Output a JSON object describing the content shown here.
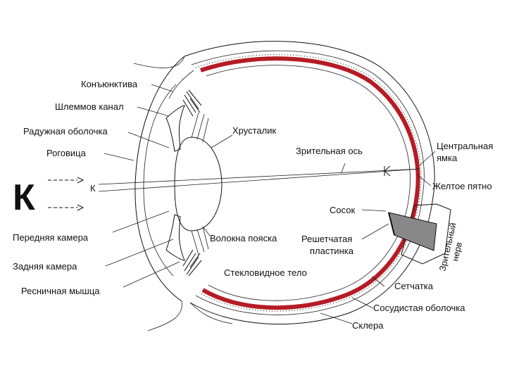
{
  "figure": {
    "letter_big": "К",
    "letter_small": "К"
  },
  "labels": {
    "conjunctiva": "Конъюнктива",
    "schlemm_canal": "Шлеммов канал",
    "iris": "Радужная   оболочка",
    "cornea": "Роговица",
    "anterior_chamber": "Передняя камера",
    "posterior_chamber": "Задняя камера",
    "ciliary_muscle": "Ресничная мышца",
    "lens": "Хрусталик",
    "visual_axis": "Зрительная ось",
    "zonule_fibers": "Волокна пояска",
    "vitreous_body": "Стекловидное тело",
    "fovea_line1": "Центральная",
    "fovea_line2": "ямка",
    "macula": "Желтое пятно",
    "optic_disc": "Сосок",
    "cribriform_line1": "Решетчатая",
    "cribriform_line2": "пластинка",
    "optic_nerve_line1": "Зрительный",
    "optic_nerve_line2": "нерв",
    "retina": "Сетчатка",
    "choroid": "Сосудистая оболочка",
    "sclera": "Склера"
  },
  "colors": {
    "choroid_red": "#b51c25",
    "ink": "#111111"
  }
}
